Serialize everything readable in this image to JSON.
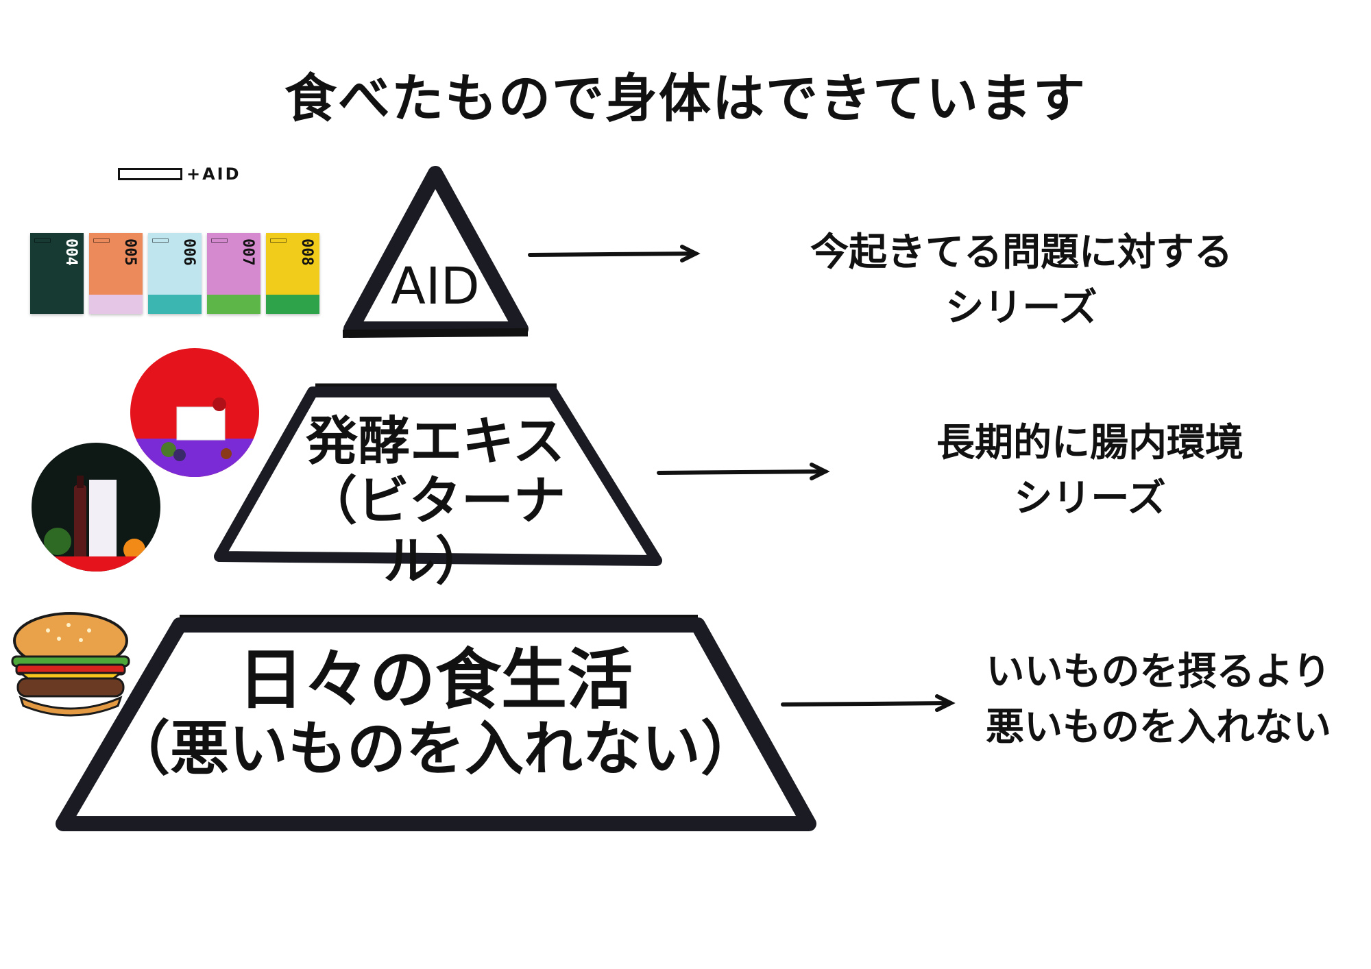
{
  "title": "食べたもので身体はできています",
  "brand": {
    "logo_text": "+AID"
  },
  "products": [
    {
      "number": "004",
      "color": "#173a33",
      "band": "#173a33",
      "num_color": "#ffffff"
    },
    {
      "number": "005",
      "color": "#ec8a5c",
      "band": "#e6c6e6",
      "num_color": "#111111"
    },
    {
      "number": "006",
      "color": "#bfe6ee",
      "band": "#3bb6b0",
      "num_color": "#111111"
    },
    {
      "number": "007",
      "color": "#d58ad0",
      "band": "#5cb648",
      "num_color": "#111111"
    },
    {
      "number": "008",
      "color": "#f2cc1a",
      "band": "#2fa34a",
      "num_color": "#111111"
    }
  ],
  "pyramid": {
    "top": {
      "label": "AID"
    },
    "middle": {
      "line1": "発酵エキス",
      "line2": "（ビターナル）"
    },
    "bottom": {
      "line1": "日々の食生活",
      "line2": "（悪いものを入れない）"
    }
  },
  "descriptions": {
    "top": "今起きてる問題に対する\nシリーズ",
    "middle": "長期的に腸内環境\nシリーズ",
    "bottom": "いいものを摂るより\n悪いものを入れない"
  },
  "colors": {
    "stroke": "#1b1b24",
    "red": "#e5141c",
    "purple": "#7a2bd6",
    "dark": "#0e1814"
  }
}
